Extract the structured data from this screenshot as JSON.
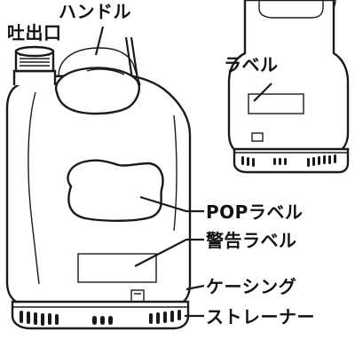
{
  "labels": {
    "outlet": "吐出口",
    "handle": "ハンドル",
    "label": "ラベル",
    "pop_label": "POPラベル",
    "warning_label": "警告ラベル",
    "casing": "ケーシング",
    "strainer": "ストレーナー"
  },
  "colors": {
    "stroke": "#1a1a1a",
    "fill": "#ffffff"
  }
}
